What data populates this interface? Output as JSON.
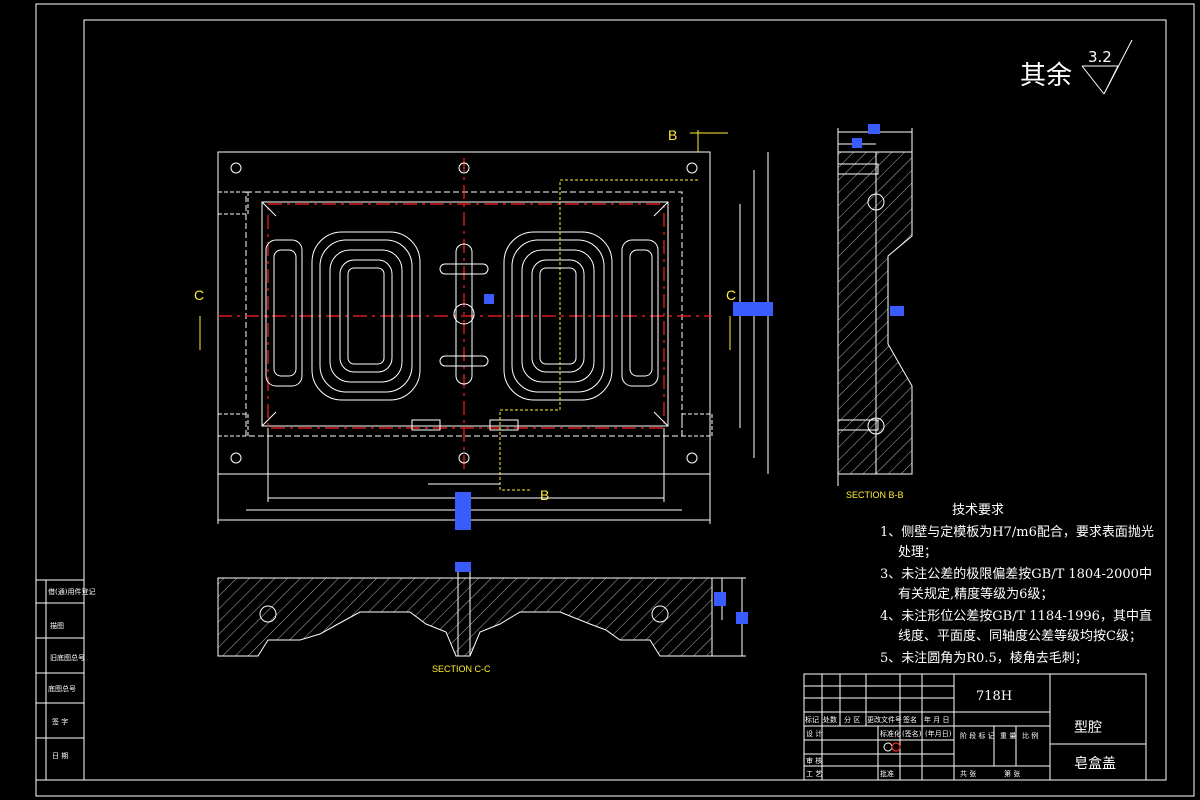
{
  "roughness": {
    "label": "其余",
    "value": "3.2"
  },
  "sections": {
    "b_label_top": "B",
    "b_label_bottom": "B",
    "c_label_left": "C",
    "c_label_right": "C",
    "section_bb": "SECTION B-B",
    "section_cc": "SECTION C-C"
  },
  "tech_requirements": {
    "title": "技术要求",
    "items": [
      "1、侧壁与定模板为H7/m6配合，要求表面抛光",
      "处理；",
      "3、未注公差的极限偏差按GB/T 1804-2000中",
      "有关规定,精度等级为6级；",
      "4、未注形位公差按GB/T 1184-1996，其中直",
      "线度、平面度、同轴度公差等级均按C级；",
      "5、未注圆角为R0.5，棱角去毛刺；"
    ]
  },
  "left_strip": [
    "借(通)用件登记",
    "旧底图总号",
    "底图总号",
    "签 字",
    "日 期",
    "描图"
  ],
  "title_block": {
    "material": "718H",
    "part_name": "型腔",
    "product_name": "皂盒盖",
    "header_cells": [
      "标记",
      "处数",
      "分 区",
      "更改文件号",
      "签名",
      "年 月 日"
    ],
    "rows": [
      "设 计",
      "审 核",
      "工 艺"
    ],
    "std": "标准化",
    "sign1": "(签名)",
    "date1": "(年月日)",
    "approve": "批准",
    "stage_cells": [
      "阶 段 标 记",
      "重 量",
      "比 例"
    ],
    "sheet_cells": [
      "共   张",
      "第   张"
    ]
  },
  "colors": {
    "background": "#000000",
    "outline": "#ffffff",
    "center": "#ff2020",
    "dim": "#ffee33",
    "dimtext": "#3a5cff"
  }
}
